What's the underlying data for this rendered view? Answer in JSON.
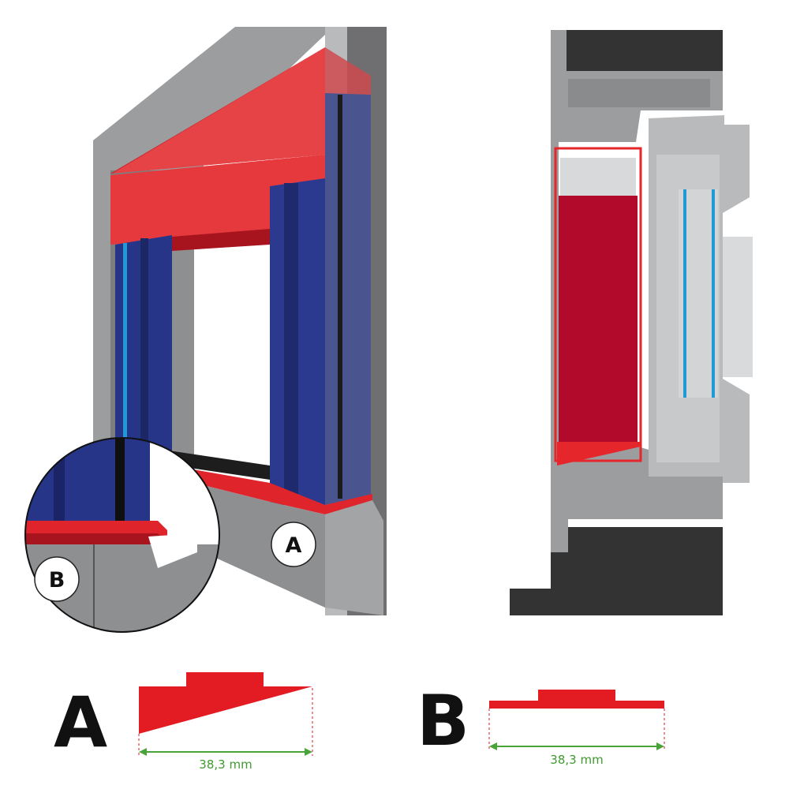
{
  "callouts": {
    "a": "A",
    "b": "B"
  },
  "profiles": {
    "a": {
      "letter": "A",
      "width_label": "38,3 mm"
    },
    "b": {
      "letter": "B",
      "width_label": "38,3 mm"
    }
  },
  "colors": {
    "wall": "#6f6f71",
    "frame": "#9c9d9f",
    "frame_light": "#b9babc",
    "profile_red": "#e5262b",
    "profile_dark_red": "#b10a2b",
    "sash_blue": "#263587",
    "glass_blue": "#1f9ad6",
    "dimension_green": "#4aa33a"
  }
}
